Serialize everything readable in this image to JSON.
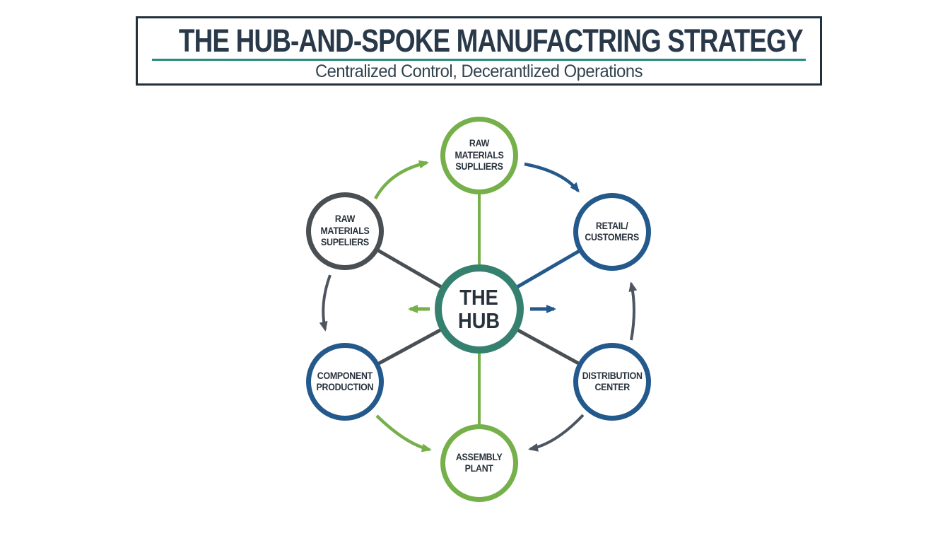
{
  "title": {
    "heading": "THE HUB-AND-SPOKE MANUFACTRING STRATEGY",
    "subtitle": "Centralized Control, Decerantlized Operations"
  },
  "colors": {
    "node_green": "#76b04b",
    "node_blue": "#24598c",
    "node_gray": "#4a4f54",
    "hub_teal": "#35806e",
    "arrow_gray": "#4d5560",
    "text_dark": "#28323c",
    "title_underline_teal": "#2a8a7d",
    "banner_border": "#22313c"
  },
  "diagram": {
    "hub": {
      "line1": "THE",
      "line2": "HUB"
    },
    "nodes": [
      {
        "id": "raw-materials-suppliers-top",
        "line1": "RAW MATERIALS",
        "line2": "SUPLLIERS",
        "ring_color": "green"
      },
      {
        "id": "raw-materials-suppliers-left",
        "line1": "RAW MATERIALS",
        "line2": "SUPELIERS",
        "ring_color": "gray"
      },
      {
        "id": "retail-customers",
        "line1": "RETAIL/",
        "line2": "CUSTOMERS",
        "ring_color": "blue"
      },
      {
        "id": "component-production",
        "line1": "COMPONENT",
        "line2": "PRODUCTION",
        "ring_color": "blue"
      },
      {
        "id": "distribution-center",
        "line1": "DISTRIBUTION",
        "line2": "CENTER",
        "ring_color": "blue"
      },
      {
        "id": "assembly-plant",
        "line1": "ASSEMBLY",
        "line2": "PLANT",
        "ring_color": "green"
      }
    ]
  }
}
